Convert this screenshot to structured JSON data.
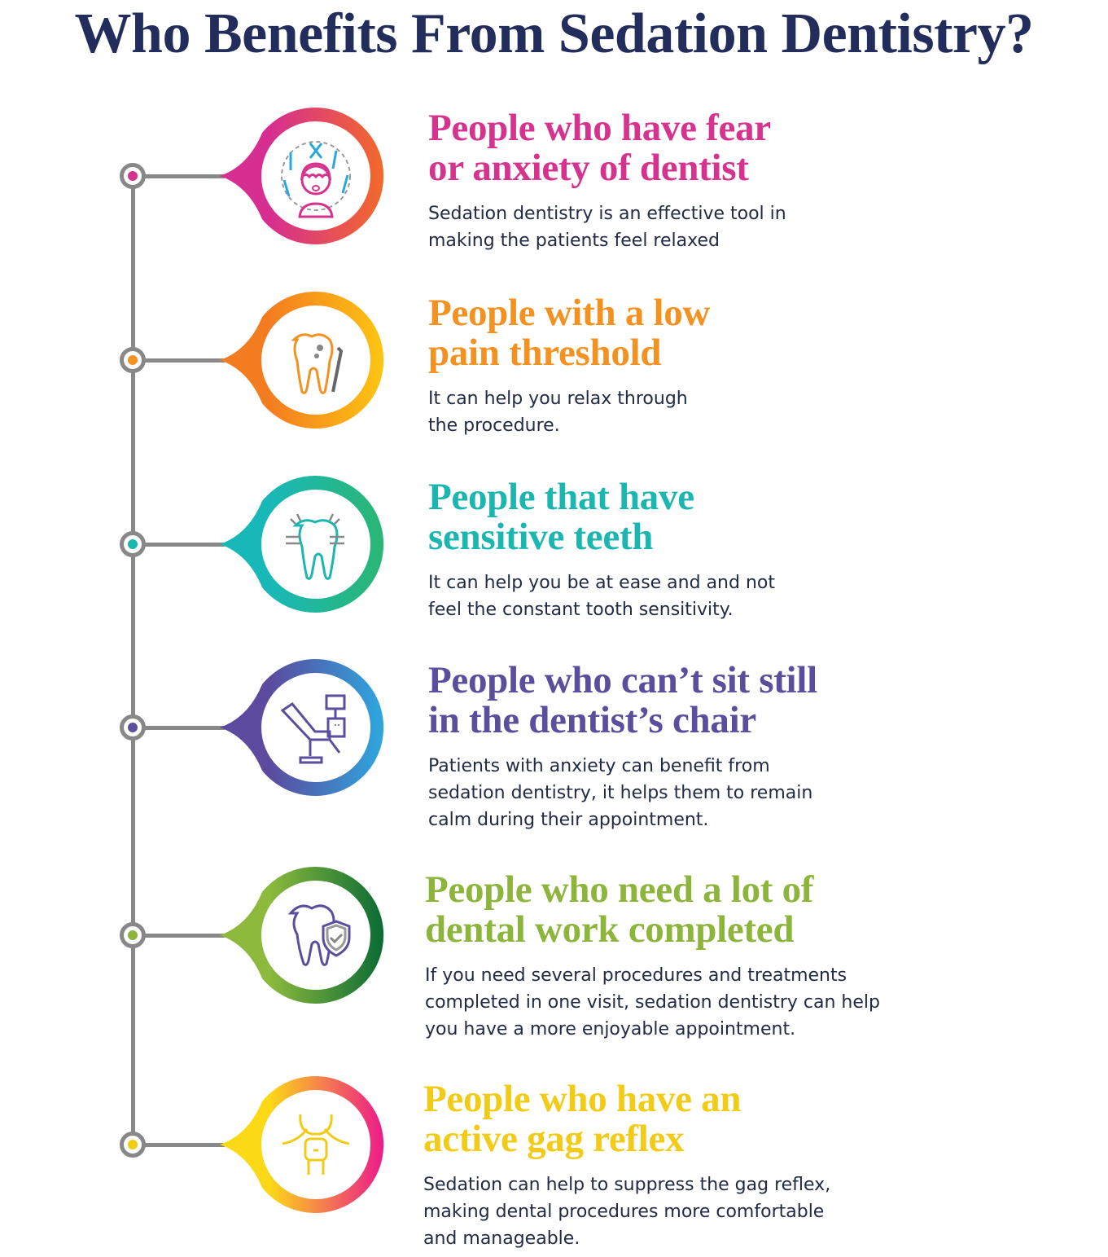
{
  "title": "Who Benefits From Sedation Dentistry?",
  "items": [
    {
      "heading": [
        "People who have fear",
        "or anxiety of dentist"
      ],
      "body": [
        "Sedation dentistry is an effective tool in",
        "making the patients feel relaxed"
      ],
      "color": "#d6338e",
      "gradient": [
        "#d62e91",
        "#f26a2a"
      ],
      "icon": "scared-patient-dental-tools-icon"
    },
    {
      "heading": [
        "People with a low",
        "pain threshold"
      ],
      "body": [
        "It can help you relax through",
        "the procedure."
      ],
      "color": "#f39220",
      "gradient": [
        "#f47c20",
        "#fdc512"
      ],
      "icon": "decayed-tooth-probe-icon"
    },
    {
      "heading": [
        "People that have",
        "sensitive teeth"
      ],
      "body": [
        "It can help you be at ease and and not",
        "feel the constant tooth sensitivity."
      ],
      "color": "#1bb6b0",
      "gradient": [
        "#19b8b8",
        "#2bb673"
      ],
      "icon": "sensitive-tooth-icon"
    },
    {
      "heading": [
        "People who can’t sit still",
        "in the dentist’s chair"
      ],
      "body": [
        "Patients with anxiety can benefit from",
        "sedation dentistry, it helps them to remain",
        "calm during their appointment."
      ],
      "color": "#5b4e9c",
      "gradient": [
        "#5b4a9e",
        "#2ea7df"
      ],
      "icon": "dental-chair-icon"
    },
    {
      "heading": [
        "People who need a lot of",
        "dental work completed"
      ],
      "body": [
        "If you need several procedures and treatments",
        "completed in one visit, sedation dentistry can help",
        "you have a more enjoyable appointment."
      ],
      "color": "#8db53c",
      "gradient": [
        "#8dba3d",
        "#0a6b35"
      ],
      "icon": "tooth-shield-icon"
    },
    {
      "heading": [
        "People who have an",
        "active gag reflex"
      ],
      "body": [
        "Sedation can help to suppress the gag reflex,",
        "making dental procedures more comfortable",
        "and manageable."
      ],
      "color": "#f2cb16",
      "gradient": [
        "#fcd916",
        "#ec1a8a"
      ],
      "icon": "throat-gag-icon"
    }
  ]
}
